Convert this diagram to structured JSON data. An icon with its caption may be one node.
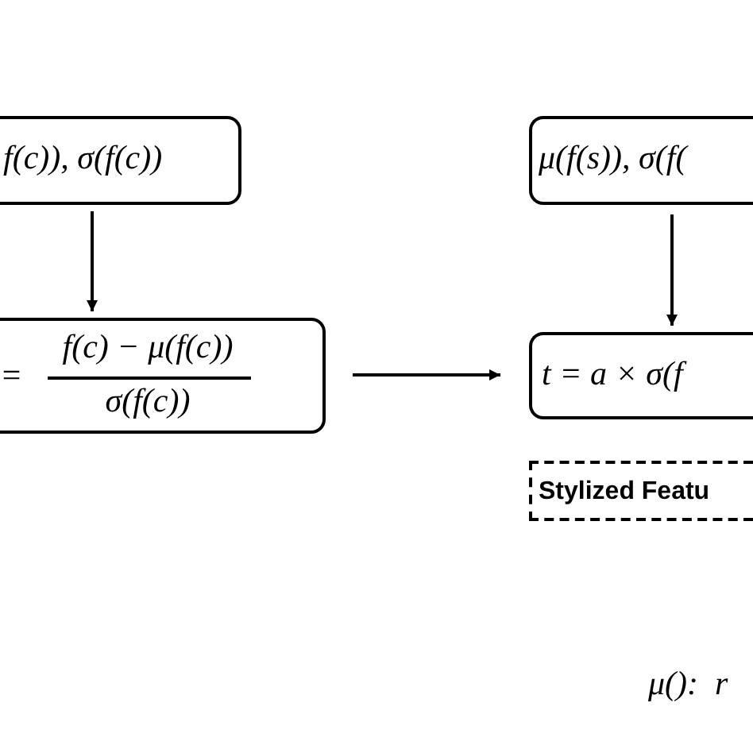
{
  "diagram": {
    "nodes": [
      {
        "text": [
          "f(c)), σ(f(c))"
        ]
      },
      {
        "text": [
          "=",
          "f(c) − μ(f(c))",
          "σ(f(c))"
        ]
      },
      {
        "text": [
          "μ(f(s)), σ(f("
        ]
      },
      {
        "text": [
          "t = a × σ(f"
        ]
      },
      {
        "text": [
          "Stylized Featu"
        ]
      }
    ],
    "edges": [
      {
        "from": 0,
        "to": 1,
        "arrow": "to"
      },
      {
        "from": 2,
        "to": 3,
        "arrow": "to"
      },
      {
        "from": 1,
        "to": 3,
        "arrow": "to"
      }
    ],
    "labels": [
      "μ():  r"
    ]
  }
}
